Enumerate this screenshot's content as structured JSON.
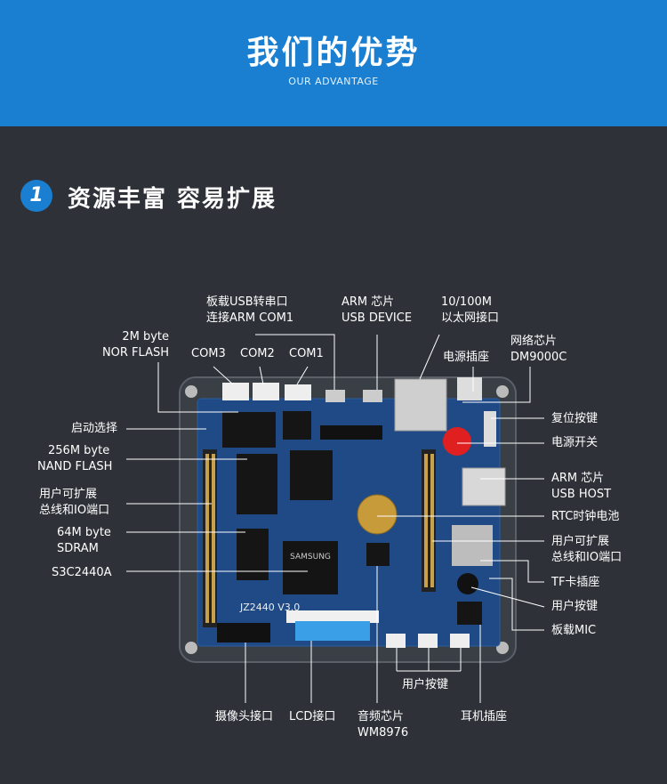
{
  "header": {
    "title": "我们的优势",
    "subtitle": "OUR ADVANTAGE"
  },
  "section": {
    "number": "1",
    "title": "资源丰富 容易扩展"
  },
  "board": {
    "model": "JZ2440 V3.0",
    "chip_brand": "SAMSUNG"
  },
  "labels": {
    "usb_serial": [
      "板载USB转串口",
      "连接ARM  COM1"
    ],
    "arm_usb_device": [
      "ARM 芯片",
      "USB DEVICE"
    ],
    "ethernet": [
      "10/100M",
      "以太网接口"
    ],
    "nor_flash": [
      "2M byte",
      "NOR FLASH"
    ],
    "com3": "COM3",
    "com2": "COM2",
    "com1": "COM1",
    "power_socket": "电源插座",
    "network_chip": [
      "网络芯片",
      "DM9000C"
    ],
    "boot_select": "启动选择",
    "nand_flash": [
      "256M byte",
      "NAND FLASH"
    ],
    "expansion_left": [
      "用户可扩展",
      "总线和IO端口"
    ],
    "sdram": [
      "64M byte",
      "SDRAM"
    ],
    "s3c2440a": "S3C2440A",
    "reset_button": "复位按键",
    "power_switch": "电源开关",
    "arm_usb_host": [
      "ARM 芯片",
      "USB HOST"
    ],
    "rtc_battery": "RTC时钟电池",
    "expansion_right": [
      "用户可扩展",
      "总线和IO端口"
    ],
    "tf_socket": "TF卡插座",
    "user_button_right": "用户按键",
    "mic": "板载MIC",
    "user_buttons_bottom": "用户按键",
    "camera": "摄像头接口",
    "lcd": "LCD接口",
    "audio_chip": [
      "音频芯片",
      "WM8976"
    ],
    "headphone": "耳机插座"
  }
}
